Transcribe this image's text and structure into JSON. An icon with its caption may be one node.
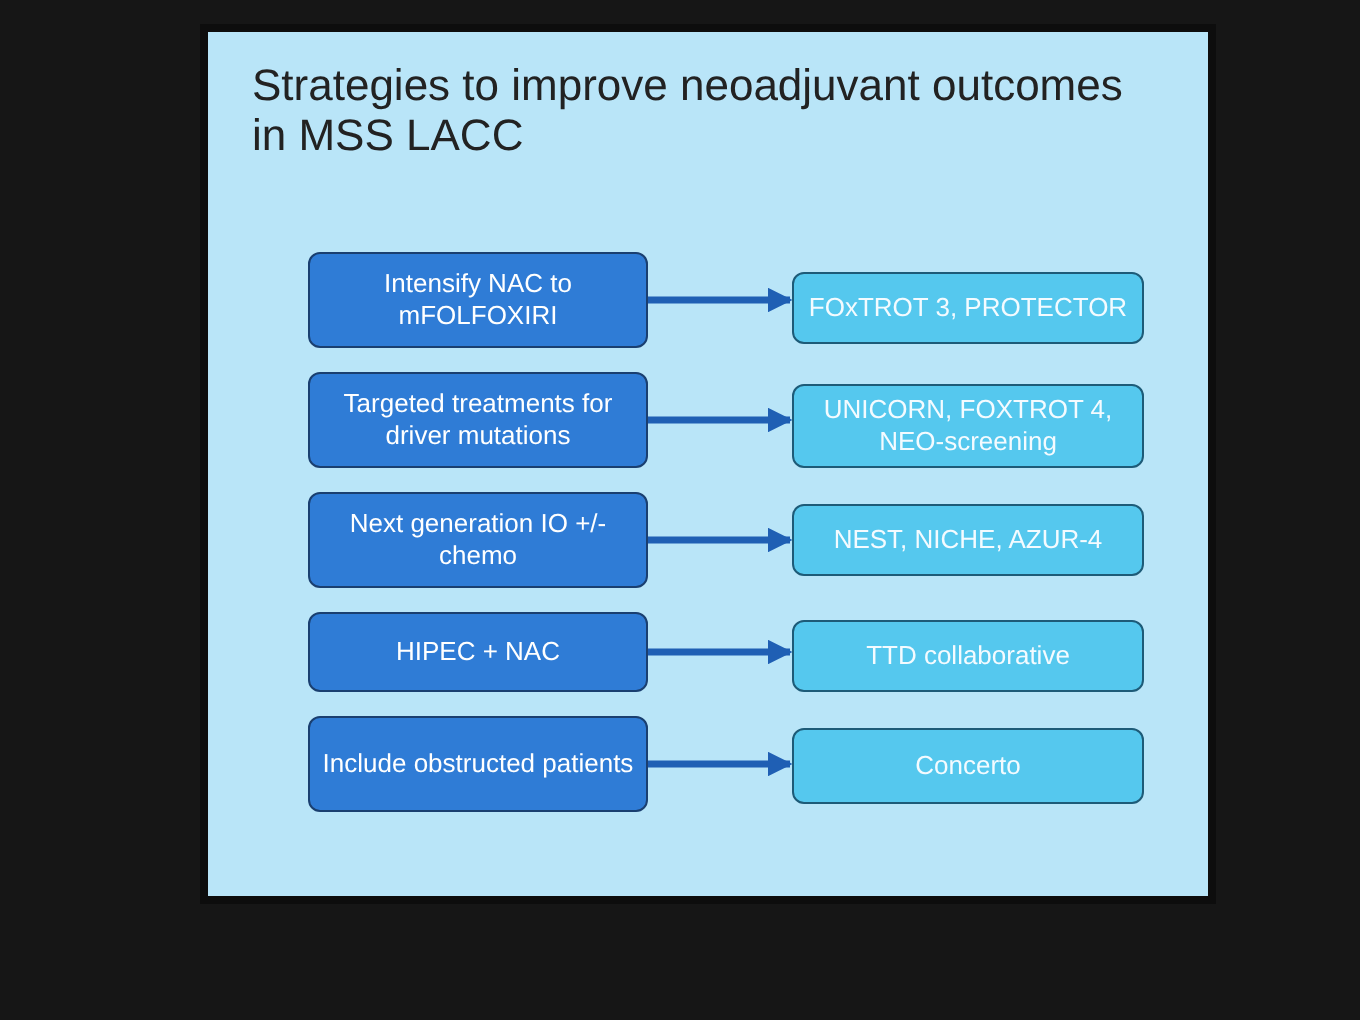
{
  "diagram": {
    "title": "Strategies to improve neoadjuvant outcomes in MSS LACC",
    "nodes": [
      {
        "text": [
          "Intensify NAC to mFOLFOXIRI"
        ]
      },
      {
        "text": [
          "Targeted treatments for driver mutations"
        ]
      },
      {
        "text": [
          "Next generation IO +/- chemo"
        ]
      },
      {
        "text": [
          "HIPEC + NAC"
        ]
      },
      {
        "text": [
          "Include obstructed patients"
        ]
      },
      {
        "text": [
          "FOxTROT 3, PROTECTOR"
        ]
      },
      {
        "text": [
          "UNICORN, FOXTROT 4, NEO-screening"
        ]
      },
      {
        "text": [
          "NEST, NICHE, AZUR-4"
        ]
      },
      {
        "text": [
          "TTD collaborative"
        ]
      },
      {
        "text": [
          "Concerto"
        ]
      }
    ],
    "edges": [
      {
        "from": 0,
        "to": 5,
        "arrow": "to"
      },
      {
        "from": 1,
        "to": 6,
        "arrow": "to"
      },
      {
        "from": 2,
        "to": 7,
        "arrow": "to"
      },
      {
        "from": 3,
        "to": 8,
        "arrow": "to"
      },
      {
        "from": 4,
        "to": 9,
        "arrow": "to"
      }
    ]
  }
}
